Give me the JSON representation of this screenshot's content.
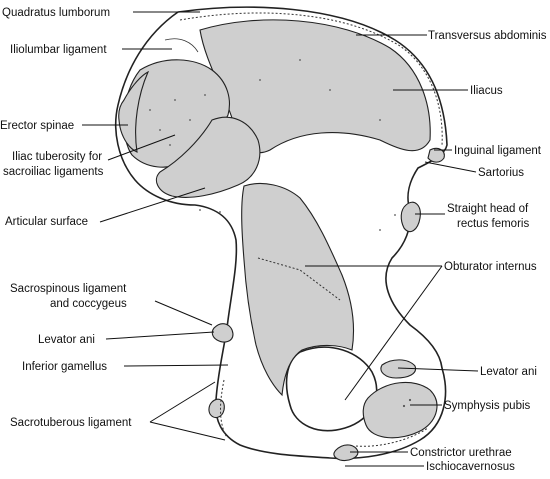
{
  "diagram": {
    "labels": {
      "quadratus_lumborum": "Quadratus lumborum",
      "iliolumbar_ligament": "Iliolumbar ligament",
      "erector_spinae": "Erector spinae",
      "iliac_tuberosity_1": "Iliac tuberosity for",
      "iliac_tuberosity_2": "sacroiliac ligaments",
      "articular_surface": "Articular surface",
      "sacrospinous_1": "Sacrospinous ligament",
      "sacrospinous_2": "and coccygeus",
      "levator_ani_left": "Levator ani",
      "inferior_gamellus": "Inferior gamellus",
      "sacrotuberous": "Sacrotuberous ligament",
      "transversus_abdominis": "Transversus abdominis",
      "iliacus": "Iliacus",
      "inguinal_ligament": "Inguinal ligament",
      "sartorius": "Sartorius",
      "rectus_femoris_1": "Straight head of",
      "rectus_femoris_2": "rectus femoris",
      "obturator_internus": "Obturator internus",
      "levator_ani_right": "Levator ani",
      "symphysis_pubis": "Symphysis pubis",
      "constrictor_urethrae": "Constrictor urethrae",
      "ischiocavernosus": "Ischiocavernosus"
    },
    "colors": {
      "bone": "#ffffff",
      "muscle_area": "#cfcfcf",
      "outline": "#222222"
    }
  }
}
